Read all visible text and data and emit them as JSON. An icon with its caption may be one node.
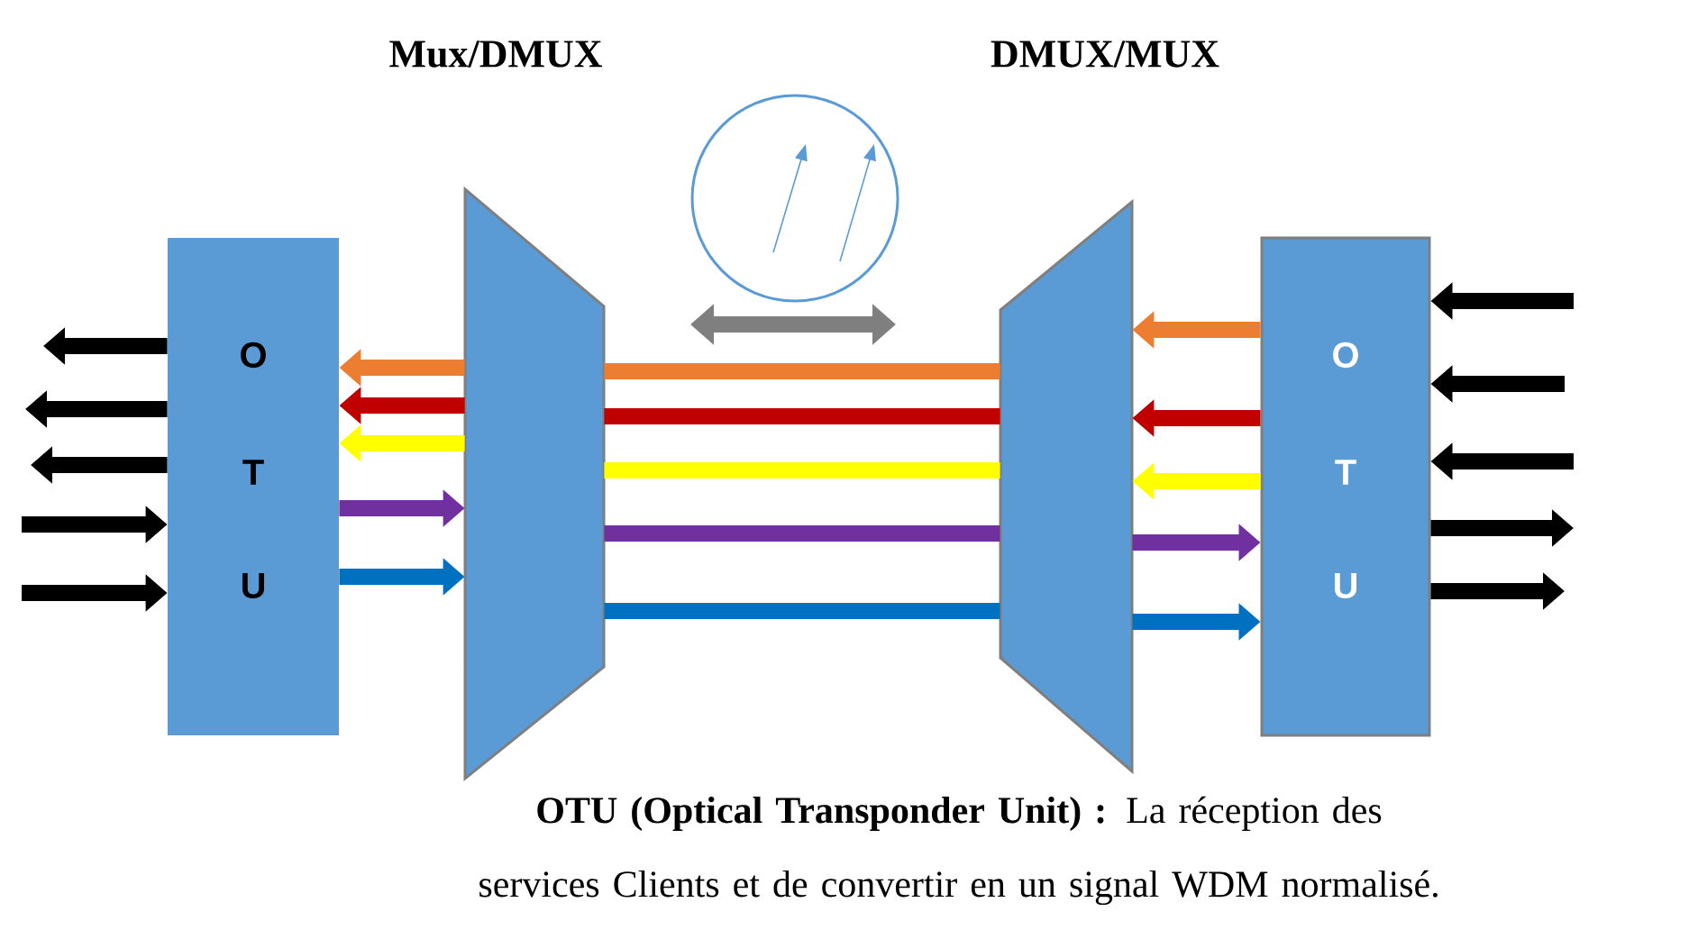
{
  "diagram": {
    "caption": "**OTU (Optical Transponder Unit) :** La réception des services Clients et de convertir en un signal WDM normalisé.",
    "nodes": [
      {
        "text": [
          "O",
          "T",
          "U"
        ]
      },
      {
        "text": [
          "Mux/DMUX"
        ]
      },
      {
        "text": [
          "DMUX/MUX"
        ]
      },
      {
        "text": [
          "O",
          "T",
          "U"
        ]
      }
    ],
    "edges": [
      {
        "from": 1,
        "to": 0,
        "arrow": "to",
        "color": "#ed7d31"
      },
      {
        "from": 1,
        "to": 0,
        "arrow": "to",
        "color": "#c00000"
      },
      {
        "from": 1,
        "to": 0,
        "arrow": "to",
        "color": "#ffff00"
      },
      {
        "from": 0,
        "to": 1,
        "arrow": "to",
        "color": "#7030a0"
      },
      {
        "from": 0,
        "to": 1,
        "arrow": "to",
        "color": "#0070c0"
      },
      {
        "from": 1,
        "to": 2,
        "arrow": "none",
        "color": "#ed7d31"
      },
      {
        "from": 1,
        "to": 2,
        "arrow": "none",
        "color": "#c00000"
      },
      {
        "from": 1,
        "to": 2,
        "arrow": "none",
        "color": "#ffff00"
      },
      {
        "from": 1,
        "to": 2,
        "arrow": "none",
        "color": "#7030a0"
      },
      {
        "from": 1,
        "to": 2,
        "arrow": "none",
        "color": "#0070c0"
      },
      {
        "from": 3,
        "to": 2,
        "arrow": "to",
        "color": "#ed7d31"
      },
      {
        "from": 3,
        "to": 2,
        "arrow": "to",
        "color": "#c00000"
      },
      {
        "from": 3,
        "to": 2,
        "arrow": "to",
        "color": "#ffff00"
      },
      {
        "from": 2,
        "to": 3,
        "arrow": "to",
        "color": "#7030a0"
      },
      {
        "from": 2,
        "to": 3,
        "arrow": "to",
        "color": "#0070c0"
      },
      {
        "from": 0,
        "to": null,
        "arrow": "to"
      },
      {
        "from": 0,
        "to": null,
        "arrow": "to"
      },
      {
        "from": 0,
        "to": null,
        "arrow": "to"
      },
      {
        "from": null,
        "to": 0,
        "arrow": "to"
      },
      {
        "from": null,
        "to": 0,
        "arrow": "to"
      },
      {
        "from": null,
        "to": 3,
        "arrow": "to"
      },
      {
        "from": null,
        "to": 3,
        "arrow": "to"
      },
      {
        "from": null,
        "to": 3,
        "arrow": "to"
      },
      {
        "from": 3,
        "to": null,
        "arrow": "to"
      },
      {
        "from": 3,
        "to": null,
        "arrow": "to"
      }
    ]
  }
}
